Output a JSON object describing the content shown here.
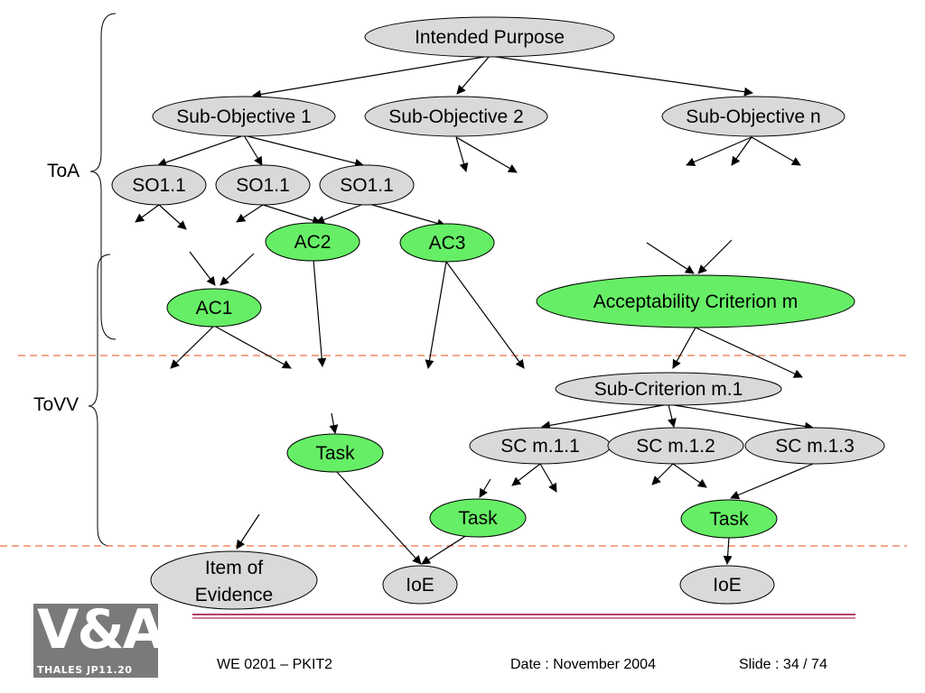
{
  "colors": {
    "grey_fill": "#d9d9d9",
    "green_fill": "#66ee66",
    "dashed_line": "#f07040",
    "footer_rule": "#990033"
  },
  "side_labels": {
    "toa": "ToA",
    "tovv": "ToVV"
  },
  "nodes": {
    "intended_purpose": "Intended Purpose",
    "sub_objective_1": "Sub-Objective 1",
    "sub_objective_2": "Sub-Objective 2",
    "sub_objective_n": "Sub-Objective n",
    "so_1": "SO1.1",
    "so_2": "SO1.1",
    "so_3": "SO1.1",
    "ac1": "AC1",
    "ac2": "AC2",
    "ac3": "AC3",
    "acceptability_criterion_m": "Acceptability Criterion m",
    "sub_criterion_m1": "Sub-Criterion m.1",
    "sc_m11": "SC m.1.1",
    "sc_m12": "SC m.1.2",
    "sc_m13": "SC m.1.3",
    "task_left": "Task",
    "task_mid": "Task",
    "task_right": "Task",
    "item_of_evidence_line1": "Item of",
    "item_of_evidence_line2": "Evidence",
    "ioe_left": "IoE",
    "ioe_right": "IoE"
  },
  "logo": {
    "main": "V&A",
    "sub": "THALES JP11.20"
  },
  "footer": {
    "reference": "WE 0201 – PKIT2",
    "date": "Date : November 2004",
    "slide": "Slide : 34 / 74"
  }
}
